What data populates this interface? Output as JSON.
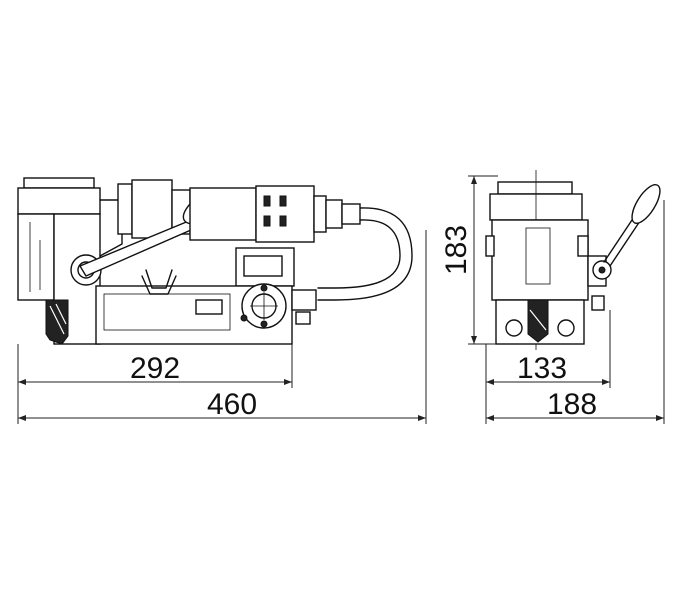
{
  "dimensions": {
    "side_base_length": "292",
    "side_total_length": "460",
    "front_height": "183",
    "front_base_width": "133",
    "front_total_width": "188"
  }
}
